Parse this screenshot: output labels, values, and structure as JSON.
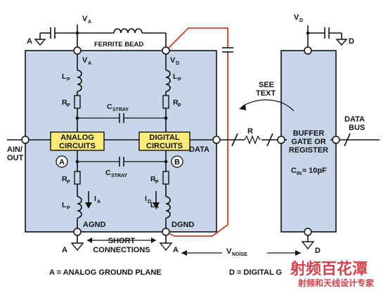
{
  "title": "",
  "colors": {
    "chip_fill": "#c6d6e8",
    "label_fill": "#ffeb7a",
    "red_trace": "#d23a2a",
    "watermark_red": "#c8202a",
    "line": "#111111"
  },
  "labels": {
    "va_top": "V",
    "va_top_sub": "A",
    "vd_top": "V",
    "vd_top_sub": "D",
    "a_top_ground": "A",
    "d_top_ground": "D",
    "ferrite_bead": "FERRITE BEAD",
    "va_pin": "V",
    "va_pin_sub": "A",
    "vd_pin": "V",
    "vd_pin_sub": "D",
    "lp": "L",
    "lp_sub": "P",
    "rp": "R",
    "rp_sub": "P",
    "cstray": "C",
    "cstray_sub": "STRAY",
    "analog_circuits_1": "ANALOG",
    "analog_circuits_2": "CIRCUITS",
    "digital_circuits_1": "DIGITAL",
    "digital_circuits_2": "CIRCUITS",
    "node_a": "A",
    "node_b": "B",
    "ain_1": "AIN/",
    "ain_2": "OUT",
    "data": "DATA",
    "ia": "I",
    "ia_sub": "A",
    "id": "I",
    "id_sub": "D",
    "agnd": "AGND",
    "dgnd": "DGND",
    "short_1": "SHORT",
    "short_2": "CONNECTIONS",
    "ground_a_left": "A",
    "ground_a_right": "A",
    "see_1": "SEE",
    "see_2": "TEXT",
    "r": "R",
    "buffer_1": "BUFFER",
    "buffer_2": "GATE OR",
    "buffer_3": "REGISTER",
    "cin": "C",
    "cin_sub": "IN",
    "cin_val": " ≈ 10pF",
    "data_bus_1": "DATA",
    "data_bus_2": "BUS",
    "vnoise": "V",
    "vnoise_sub": "NOISE",
    "d_bottom": "D",
    "legend_a": "A = ANALOG GROUND PLANE",
    "legend_d": "D = DIGITAL G"
  },
  "watermark": {
    "line1": "射频百花潭",
    "line2": "射频和天线设计专家"
  }
}
